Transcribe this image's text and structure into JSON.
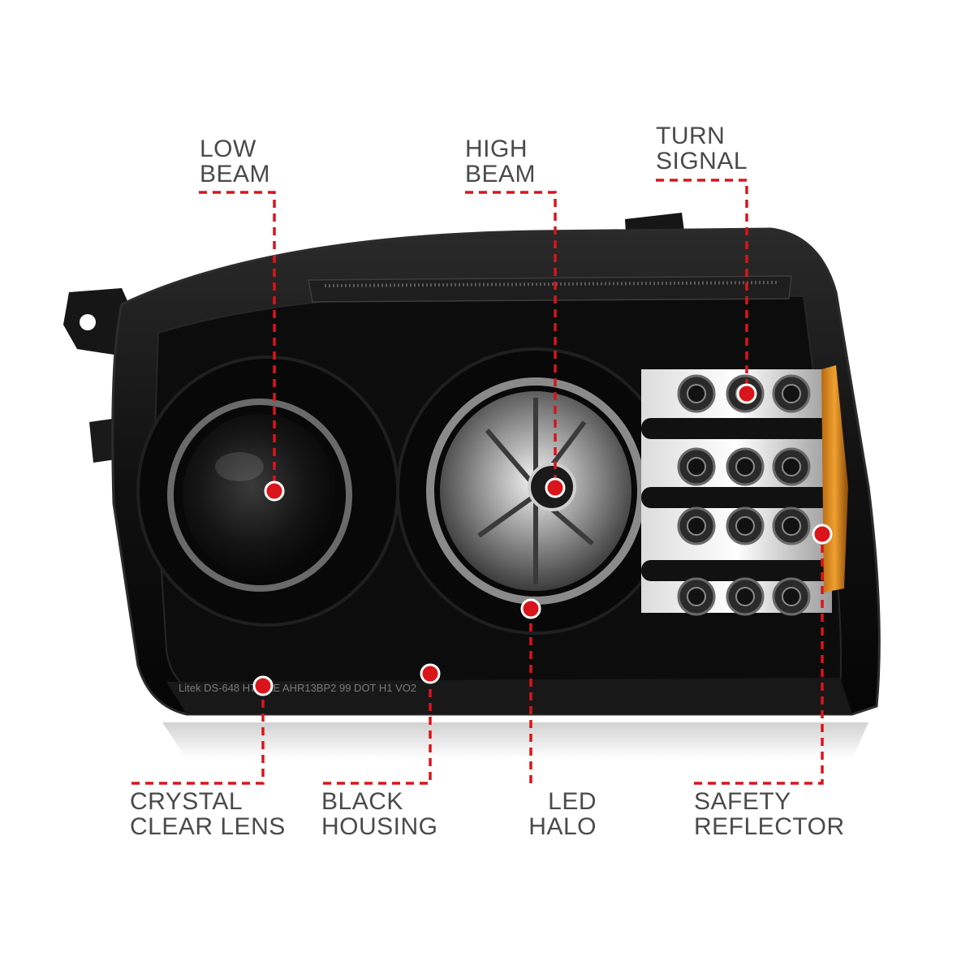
{
  "colors": {
    "background": "#ffffff",
    "accent": "#d9151b",
    "label_text": "#4a4a4a",
    "housing": "#121212",
    "amber": "#d98a1a"
  },
  "headlight": {
    "lens_markings": "Litek DS-648 H7 SAE AHR13BP2 99 DOT H1 VO2"
  },
  "callouts": {
    "low_beam": [
      "LOW",
      "BEAM"
    ],
    "high_beam": [
      "HIGH",
      "BEAM"
    ],
    "turn_signal": [
      "TURN",
      "SIGNAL"
    ],
    "crystal_clear_lens": [
      "CRYSTAL",
      "CLEAR LENS"
    ],
    "black_housing": [
      "BLACK",
      "HOUSING"
    ],
    "led_halo": [
      "LED",
      "HALO"
    ],
    "safety_reflector": [
      "SAFETY",
      "REFLECTOR"
    ]
  }
}
